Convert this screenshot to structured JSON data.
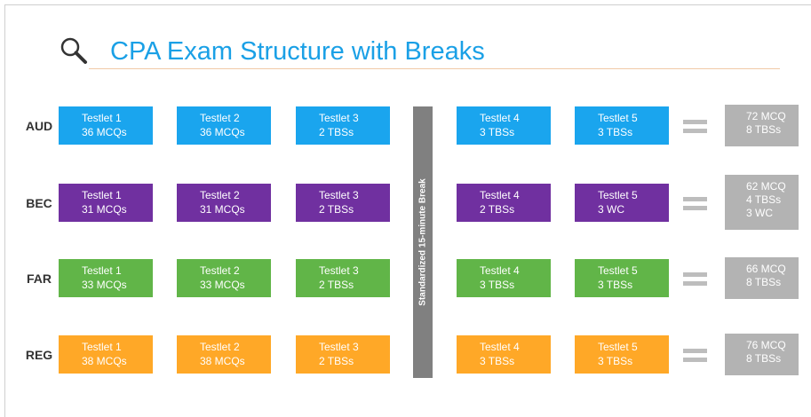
{
  "title": "CPA Exam Structure with Breaks",
  "break_label": "Standardized 15-minute Break",
  "colors": {
    "title": "#1aa0e6",
    "aud": "#1aa5ee",
    "bec": "#7030a0",
    "far": "#61b548",
    "reg": "#ffa827",
    "total": "#b3b3b3",
    "break": "#808080"
  },
  "rows": [
    {
      "label": "AUD",
      "testlets": [
        {
          "name": "Testlet 1",
          "detail": "36 MCQs"
        },
        {
          "name": "Testlet 2",
          "detail": "36 MCQs"
        },
        {
          "name": "Testlet 3",
          "detail": "2 TBSs"
        },
        {
          "name": "Testlet 4",
          "detail": "3 TBSs"
        },
        {
          "name": "Testlet 5",
          "detail": "3 TBSs"
        }
      ],
      "total": [
        "72 MCQ",
        "8 TBSs"
      ]
    },
    {
      "label": "BEC",
      "testlets": [
        {
          "name": "Testlet 1",
          "detail": "31 MCQs"
        },
        {
          "name": "Testlet 2",
          "detail": "31 MCQs"
        },
        {
          "name": "Testlet 3",
          "detail": "2 TBSs"
        },
        {
          "name": "Testlet 4",
          "detail": "2 TBSs"
        },
        {
          "name": "Testlet 5",
          "detail": "3 WC"
        }
      ],
      "total": [
        "62 MCQ",
        "4 TBSs",
        "3 WC"
      ]
    },
    {
      "label": "FAR",
      "testlets": [
        {
          "name": "Testlet 1",
          "detail": "33 MCQs"
        },
        {
          "name": "Testlet 2",
          "detail": "33 MCQs"
        },
        {
          "name": "Testlet 3",
          "detail": "2 TBSs"
        },
        {
          "name": "Testlet 4",
          "detail": "3 TBSs"
        },
        {
          "name": "Testlet 5",
          "detail": "3 TBSs"
        }
      ],
      "total": [
        "66 MCQ",
        "8 TBSs"
      ]
    },
    {
      "label": "REG",
      "testlets": [
        {
          "name": "Testlet 1",
          "detail": "38 MCQs"
        },
        {
          "name": "Testlet 2",
          "detail": "38 MCQs"
        },
        {
          "name": "Testlet 3",
          "detail": "2 TBSs"
        },
        {
          "name": "Testlet 4",
          "detail": "3 TBSs"
        },
        {
          "name": "Testlet 5",
          "detail": "3 TBSs"
        }
      ],
      "total": [
        "76 MCQ",
        "8 TBSs"
      ]
    }
  ]
}
